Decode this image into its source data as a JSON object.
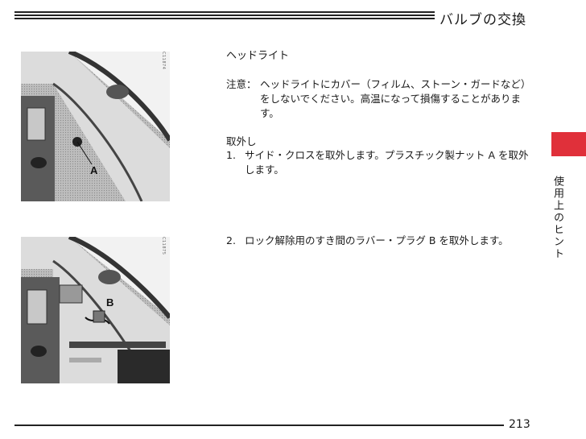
{
  "header": {
    "title": "バルブの交換"
  },
  "figures": [
    {
      "code": "C11874",
      "callout": "A"
    },
    {
      "code": "C11875",
      "callout": "B"
    }
  ],
  "content": {
    "section_title": "ヘッドライト",
    "caution_label": "注意：",
    "caution_text": "ヘッドライトにカバー（フィルム、ストーン・ガードなど）をしないでください。高温になって損傷することがあります。",
    "procedure_heading": "取外し",
    "steps": [
      {
        "num": "1.",
        "text": "サイド・クロスを取外します。プラスチック製ナット A を取外します。"
      },
      {
        "num": "2.",
        "text": "ロック解除用のすき間のラバー・プラグ B を取外します。"
      }
    ]
  },
  "side_tab": {
    "label": "使用上のヒント",
    "color": "#e0303a"
  },
  "footer": {
    "page": "213"
  }
}
